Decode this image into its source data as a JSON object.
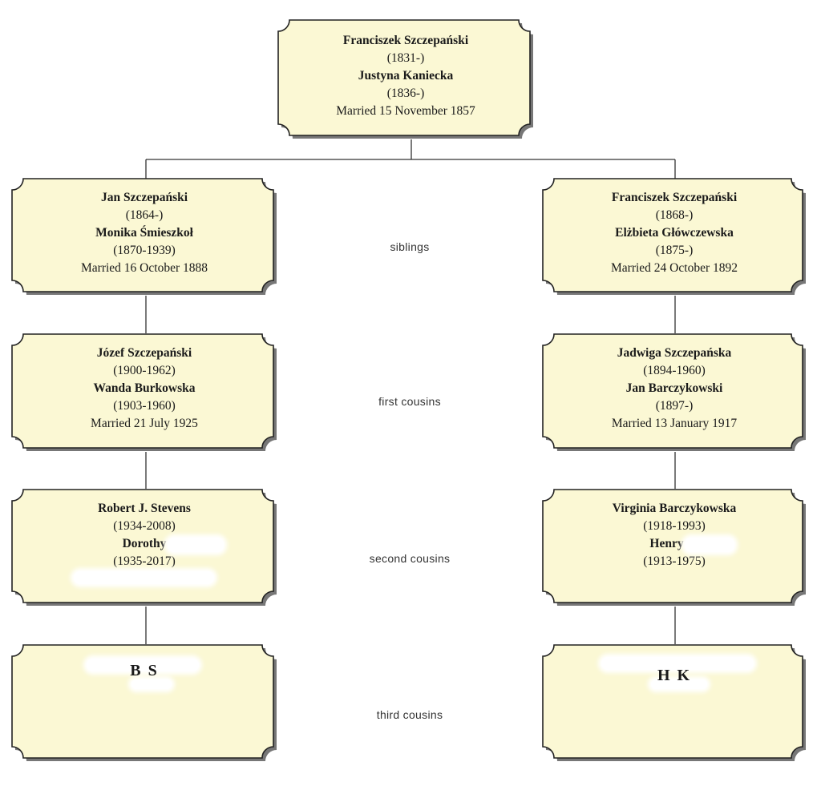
{
  "colors": {
    "box_fill": "#fbf8d4",
    "box_border": "#222222",
    "box_shadow": "#777777",
    "line": "#333333"
  },
  "root": {
    "person1_name": "Franciszek Szczepański",
    "person1_years": "(1831-)",
    "person2_name": "Justyna Kaniecka",
    "person2_years": "(1836-)",
    "marriage": "Married 15 November 1857"
  },
  "left": {
    "gen1": {
      "person1_name": "Jan Szczepański",
      "person1_years": "(1864-)",
      "person2_name": "Monika Śmieszkoł",
      "person2_years": "(1870-1939)",
      "marriage": "Married 16 October 1888"
    },
    "gen2": {
      "person1_name": "Józef Szczepański",
      "person1_years": "(1900-1962)",
      "person2_name": "Wanda Burkowska",
      "person2_years": "(1903-1960)",
      "marriage": "Married 21 July 1925"
    },
    "gen3": {
      "person1_name": "Robert J. Stevens",
      "person1_years": "(1934-2008)",
      "person2_name": "Dorothy",
      "person2_years": "(1935-2017)"
    },
    "gen4": {
      "initials": "B S"
    }
  },
  "right": {
    "gen1": {
      "person1_name": "Franciszek Szczepański",
      "person1_years": "(1868-)",
      "person2_name": "Elżbieta Główczewska",
      "person2_years": "(1875-)",
      "marriage": "Married 24 October 1892"
    },
    "gen2": {
      "person1_name": "Jadwiga Szczepańska",
      "person1_years": "(1894-1960)",
      "person2_name": "Jan Barczykowski",
      "person2_years": "(1897-)",
      "marriage": "Married 13 January 1917"
    },
    "gen3": {
      "person1_name": "Virginia Barczykowska",
      "person1_years": "(1918-1993)",
      "person2_name": "Henry C.",
      "person2_years": "(1913-1975)"
    },
    "gen4": {
      "initials": "H K"
    }
  },
  "relations": {
    "gen1": "siblings",
    "gen2": "first cousins",
    "gen3": "second cousins",
    "gen4": "third cousins"
  }
}
